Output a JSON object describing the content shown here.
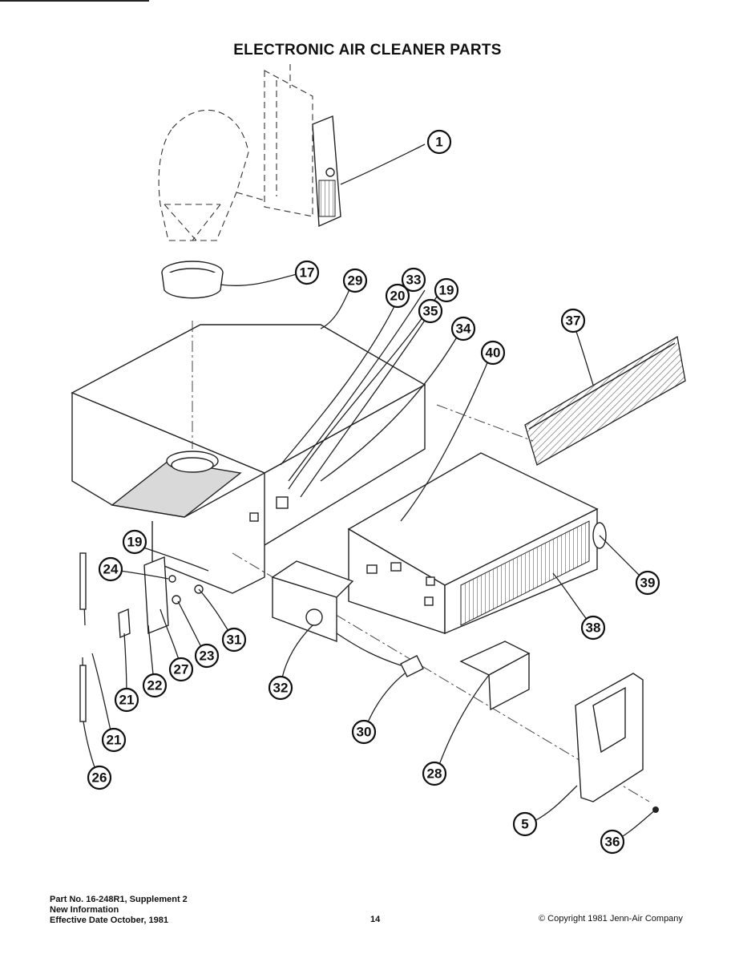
{
  "title": "ELECTRONIC AIR CLEANER PARTS",
  "callouts": [
    "1",
    "17",
    "29",
    "33",
    "20",
    "19",
    "35",
    "34",
    "40",
    "37",
    "19",
    "24",
    "31",
    "23",
    "27",
    "22",
    "21",
    "21",
    "26",
    "32",
    "30",
    "28",
    "38",
    "39",
    "5",
    "36"
  ],
  "footer": {
    "part_no": "Part No. 16-248R1, Supplement 2",
    "info": "New Information",
    "effective": "Effective Date October, 1981",
    "page": "14",
    "copyright": "© Copyright 1981 Jenn-Air Company"
  }
}
